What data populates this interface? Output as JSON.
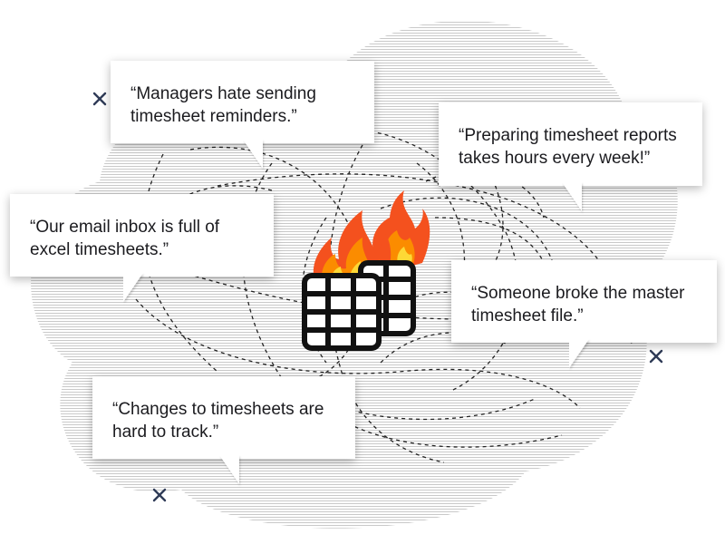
{
  "quotes": {
    "q1": "“Managers hate sending\ntimesheet reminders.”",
    "q2": "“Preparing timesheet reports\ntakes hours every week!”",
    "q3": "“Our email inbox is full of\nexcel timesheets.”",
    "q4": "“Someone broke the master\ntimesheet file.”",
    "q5": "“Changes to timesheets are\nhard to track.”"
  },
  "colors": {
    "text": "#1b1b1f",
    "background_lines": "#c9c9c9",
    "dashed_paths": "#222222",
    "sparkle": "#2f3b57",
    "flame_outer": "#f4511e",
    "flame_mid": "#fb8c00",
    "flame_inner": "#fdd835",
    "spreadsheet": "#111111"
  },
  "icons": {
    "center": "burning-spreadsheet-icon",
    "decor": "sparkle-icon"
  }
}
